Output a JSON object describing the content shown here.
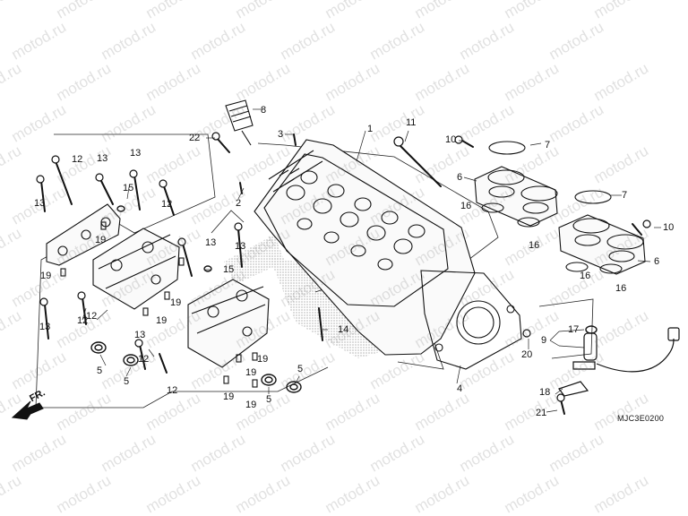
{
  "diagram": {
    "watermark": "motod.ru",
    "code": "MJC3E0200",
    "direction_label": "FR.",
    "callouts": [
      "1",
      "2",
      "3",
      "4",
      "5",
      "5",
      "5",
      "5",
      "6",
      "6",
      "7",
      "7",
      "8",
      "9",
      "10",
      "10",
      "11",
      "12",
      "12",
      "12",
      "12",
      "12",
      "12",
      "13",
      "13",
      "13",
      "13",
      "13",
      "13",
      "13",
      "14",
      "15",
      "15",
      "16",
      "16",
      "16",
      "16",
      "17",
      "18",
      "19",
      "19",
      "19",
      "19",
      "19",
      "19",
      "19",
      "19",
      "20",
      "21",
      "22"
    ]
  }
}
